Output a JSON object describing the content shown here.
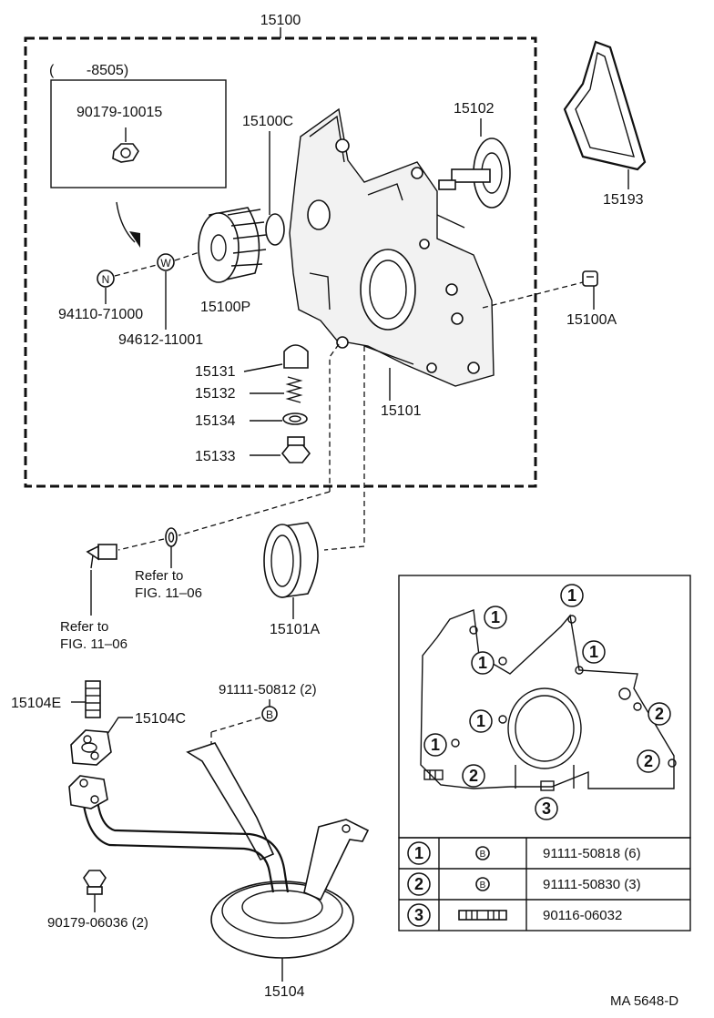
{
  "labels": {
    "assembly": "15100",
    "date_range": "(        -8505)",
    "p90179_10015": "90179-10015",
    "p15100C": "15100C",
    "p15102": "15102",
    "p15193": "15193",
    "N": "N",
    "W": "W",
    "p94110_71000": "94110-71000",
    "p94612_11001": "94612-11001",
    "p15100P": "15100P",
    "p15100A": "15100A",
    "p15131": "15131",
    "p15132": "15132",
    "p15134": "15134",
    "p15133": "15133",
    "p15101": "15101",
    "refer_word_1": "Refer to",
    "refer_fig_1": "FIG. 11–06",
    "refer_word_2": "Refer to",
    "refer_fig_2": "FIG. 11–06",
    "p15101A": "15101A",
    "p15104E": "15104E",
    "p15104C": "15104C",
    "p91111_50812": "91111-50812 (2)",
    "B": "B",
    "p90179_06036": "90179-06036 (2)",
    "p15104": "15104",
    "diagram_code": "MA 5648-D"
  },
  "bolt_diagram": {
    "callouts": [
      "1",
      "2",
      "3"
    ]
  },
  "bolt_table": {
    "rows": [
      {
        "num": "1",
        "sym": "B",
        "part": "91111-50818 (6)"
      },
      {
        "num": "2",
        "sym": "B",
        "part": "91111-50830 (3)"
      },
      {
        "num": "3",
        "sym": "",
        "part": "90116-06032"
      }
    ]
  }
}
